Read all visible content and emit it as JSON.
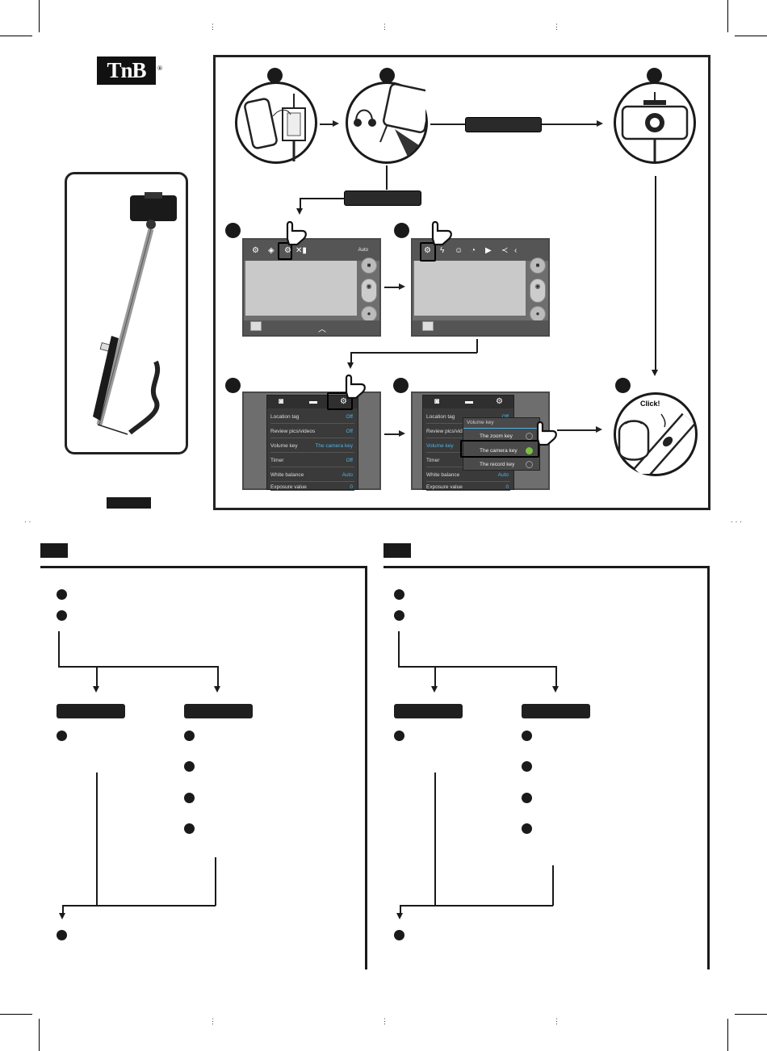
{
  "brand": {
    "logo_text": "TnB",
    "registered": "®"
  },
  "settings_menu": {
    "rows": [
      {
        "label": "Location tag",
        "value": "Off"
      },
      {
        "label": "Review pics/videos",
        "value": "Off"
      },
      {
        "label": "Volume key",
        "value": "The camera key"
      },
      {
        "label": "Timer",
        "value": "Off"
      },
      {
        "label": "White balance",
        "value": "Auto"
      },
      {
        "label": "Exposure value",
        "value": "0"
      }
    ]
  },
  "volume_popup": {
    "title": "Volume key",
    "options": [
      {
        "label": "The zoom key",
        "selected": false
      },
      {
        "label": "The camera key",
        "selected": true
      },
      {
        "label": "The record key",
        "selected": false
      }
    ],
    "partial_row_label": "Review pics/vide",
    "volume_label": "Volume key"
  },
  "camera_ui": {
    "auto_label": "Auto"
  },
  "click_label": "Click!",
  "colors": {
    "accent_blue": "#4fb3e6",
    "radio_green": "#7ac143",
    "ink": "#1a1a1a"
  },
  "icons": [
    "phone-in-holder-icon",
    "headphone-jack-icon",
    "camera-icon",
    "gear-icon",
    "hand-pointer-icon",
    "video-icon",
    "thumb-press-icon"
  ]
}
